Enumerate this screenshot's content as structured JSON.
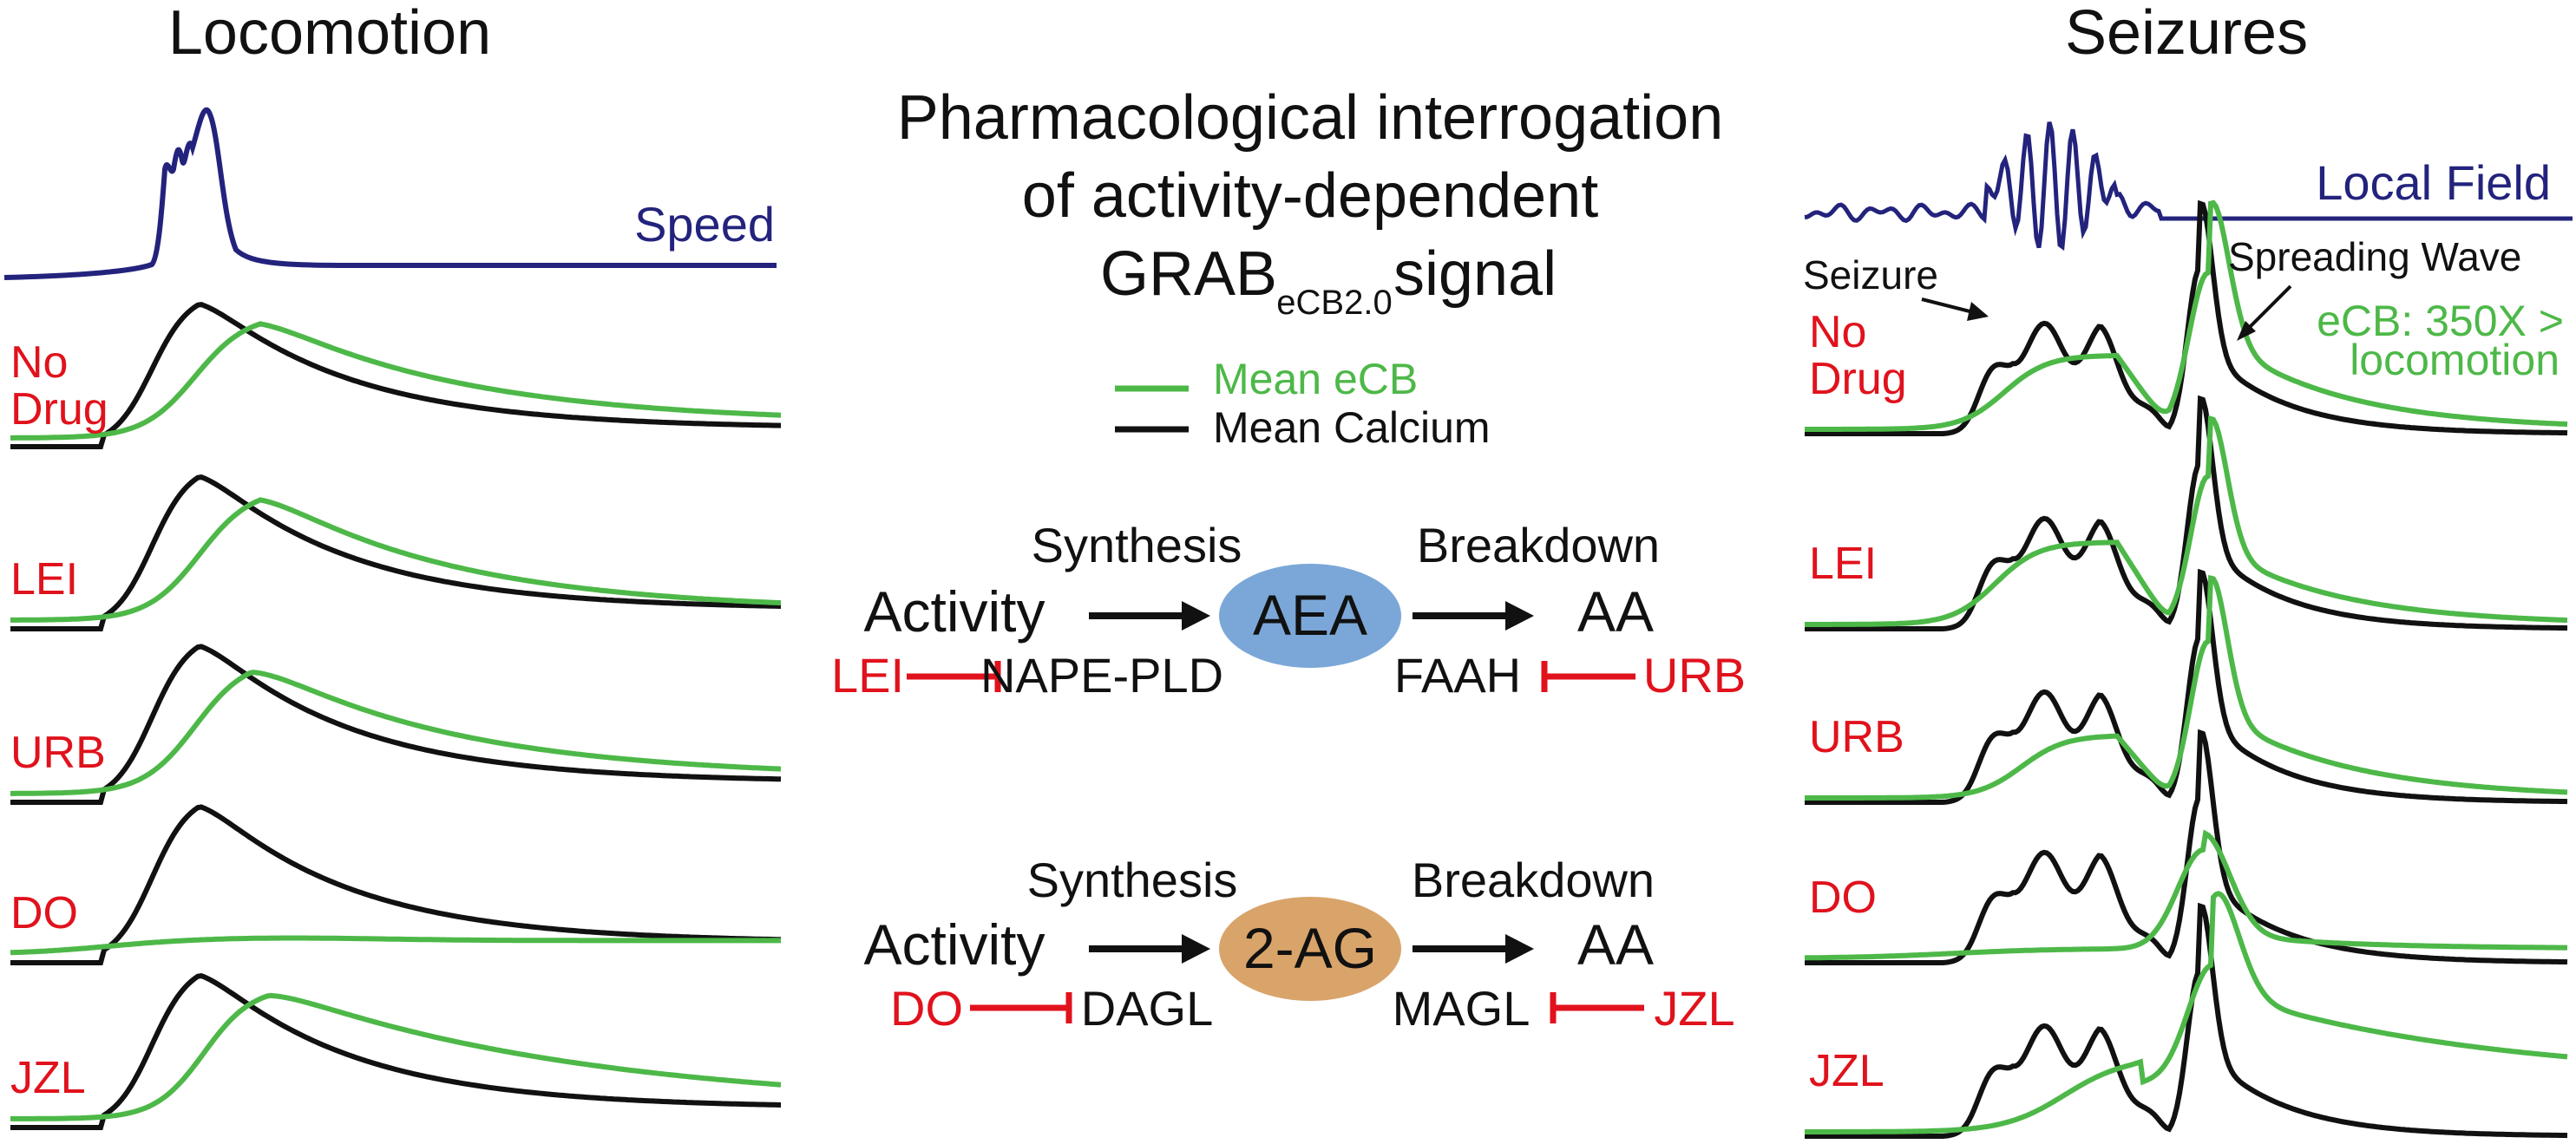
{
  "colors": {
    "ecb": "#4db848",
    "calcium": "#111111",
    "speed": "#23237d",
    "drug": "#e0121c",
    "inhibitor": "#e0121c",
    "aea_fill": "#7ba7d8",
    "twoag_fill": "#d9a46a",
    "text": "#111111"
  },
  "left_panel": {
    "title": "Locomotion",
    "trace_label": "Speed",
    "rows": [
      "No Drug",
      "LEI",
      "URB",
      "DO",
      "JZL"
    ]
  },
  "right_panel": {
    "title": "Seizures",
    "trace_label": "Local Field",
    "seizure_label": "Seizure",
    "spreading_label": "Spreading Wave",
    "ecb_note_line1": "eCB: 350X  >",
    "ecb_note_line2": "locomotion",
    "rows": [
      "No Drug",
      "LEI",
      "URB",
      "DO",
      "JZL"
    ]
  },
  "center": {
    "title_line1": "Pharmacological interrogation",
    "title_line2": "of activity-dependent",
    "title_grab": "GRAB",
    "title_sub": "eCB2.0",
    "title_signal": "signal",
    "legend": [
      {
        "label": "Mean eCB",
        "series": "ecb"
      },
      {
        "label": "Mean Calcium",
        "series": "calcium"
      }
    ],
    "pathways": [
      {
        "synthesis": "Synthesis",
        "breakdown": "Breakdown",
        "source": "Activity",
        "molecule": "AEA",
        "product": "AA",
        "synth_enzyme": "NAPE-PLD",
        "synth_inhibitor": "LEI",
        "break_enzyme": "FAAH",
        "break_inhibitor": "URB"
      },
      {
        "synthesis": "Synthesis",
        "breakdown": "Breakdown",
        "source": "Activity",
        "molecule": "2-AG",
        "product": "AA",
        "synth_enzyme": "DAGL",
        "synth_inhibitor": "DO",
        "break_enzyme": "MAGL",
        "break_inhibitor": "JZL"
      }
    ]
  }
}
